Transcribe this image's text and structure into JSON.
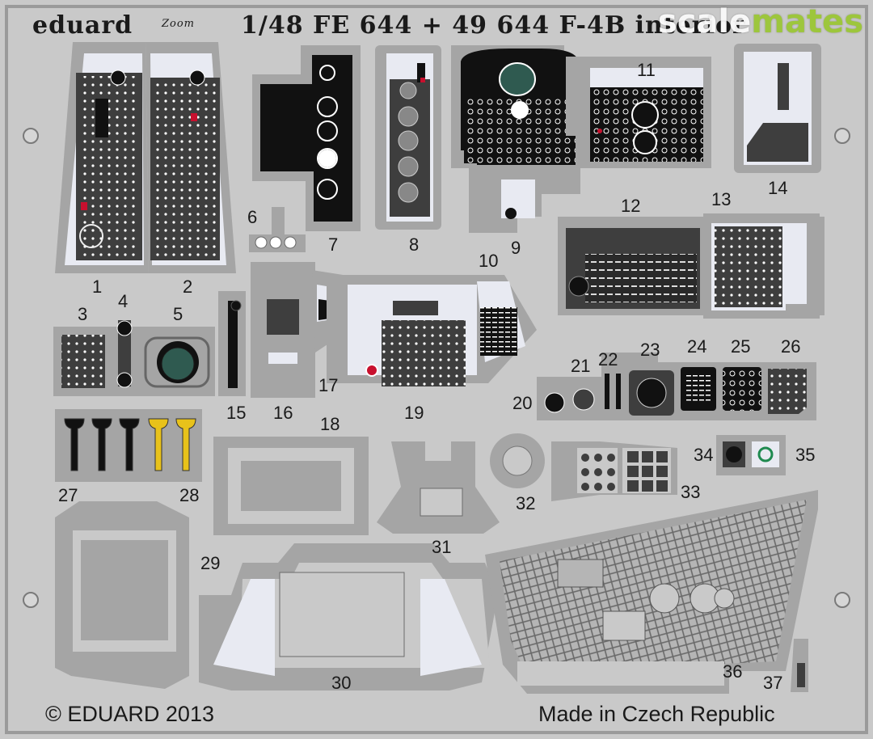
{
  "header": {
    "brand": "eduard",
    "zoom_mark": "Zoom",
    "title": "1/48   FE 644 + 49 644 F-4B interior"
  },
  "watermark": {
    "part1": "scale",
    "part2": "mates",
    "color_main": "#ffffff",
    "color_accent": "#9dc63c"
  },
  "footer": {
    "copyright": "© EDUARD 2013",
    "origin": "Made in Czech Republic"
  },
  "colors": {
    "fret": "#c9c9c9",
    "part_frame": "#a5a5a5",
    "panel_dark": "#3e3e3e",
    "panel_black": "#111111",
    "panel_light": "#e8eaf2",
    "warning_red": "#c8102e",
    "yellow_handle": "#e8c21a",
    "scope_green": "#2f5a50"
  },
  "part_numbers": {
    "p1": "1",
    "p2": "2",
    "p3": "3",
    "p4": "4",
    "p5": "5",
    "p6": "6",
    "p7": "7",
    "p8": "8",
    "p9": "9",
    "p10": "10",
    "p11": "11",
    "p12": "12",
    "p13": "13",
    "p14": "14",
    "p15": "15",
    "p16": "16",
    "p17": "17",
    "p18": "18",
    "p19": "19",
    "p20": "20",
    "p21": "21",
    "p22": "22",
    "p23": "23",
    "p24": "24",
    "p25": "25",
    "p26": "26",
    "p27": "27",
    "p28": "28",
    "p29": "29",
    "p30": "30",
    "p31": "31",
    "p32": "32",
    "p33": "33",
    "p34": "34",
    "p35": "35",
    "p36": "36",
    "p37": "37"
  }
}
